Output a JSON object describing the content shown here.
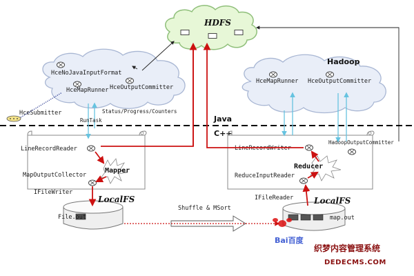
{
  "clouds": {
    "hdfs": "HDFS",
    "java_cloud": [
      "HceNoJavaInputFormat",
      "HceMapRunner",
      "HceOutputCommitter"
    ],
    "hadoop_cloud_title": "Hadoop",
    "hadoop_cloud": [
      "HceMapRunner",
      "HceOutputCommitter"
    ]
  },
  "left": {
    "submitter": "HceSubmitter",
    "status": "Status/Progress/Counters",
    "runtask": "RunTask",
    "line_record_reader": "LineRecordReader",
    "map_output_collector": "MapOutputCollector",
    "mapper": "Mapper",
    "ifile_writer": "IFileWriter",
    "localfs": "LocalFS",
    "file_out": "File.out"
  },
  "divider": {
    "java": "Java",
    "cpp": "C++"
  },
  "right": {
    "line_record_writer": "LineRecordWriter",
    "hadoop_output_committer": "HadoopOutputCommitter",
    "reducer": "Reducer",
    "reduce_input_reader": "ReduceInputReader",
    "ifile_reader": "IFileReader",
    "localfs": "LocalFS",
    "map_out": "map.out"
  },
  "shuffle": "Shuffle & MSort",
  "watermark": {
    "cn": "织梦内容管理系统",
    "url": "DEDECMS.COM",
    "logo": "Bai百度"
  },
  "colors": {
    "data_flow": "#cc1111",
    "control_flow": "#66c3e0",
    "dashed_divider": "#000000"
  }
}
